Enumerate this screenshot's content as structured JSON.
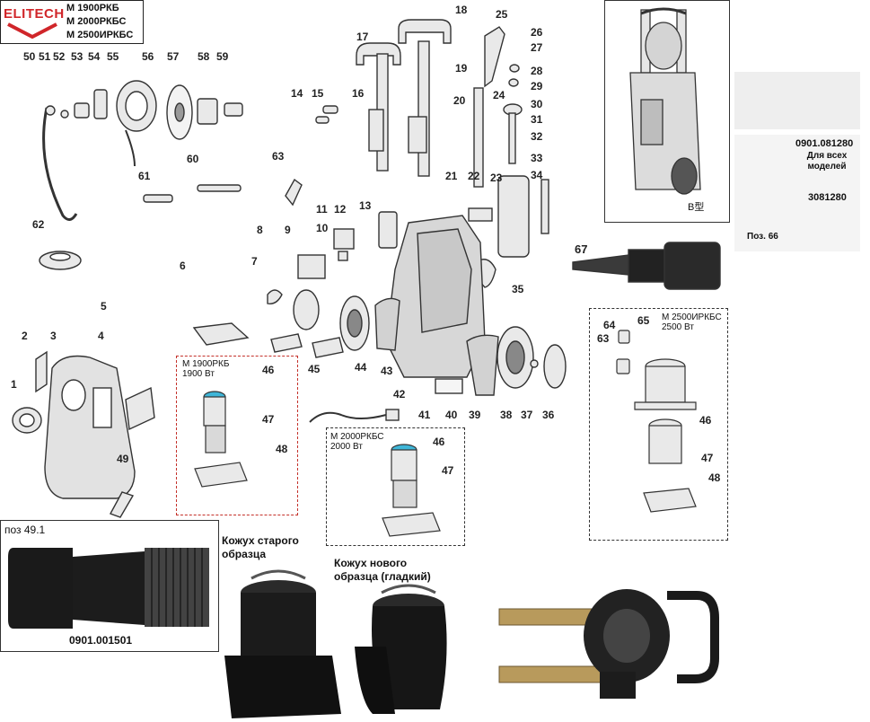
{
  "brand": {
    "logo_text": "ELITECH",
    "models": [
      "М 1900РКБ",
      "М 2000РКБС",
      "М 2500ИРКБС"
    ]
  },
  "variant_boxes": {
    "m1900": {
      "line1": "М 1900РКБ",
      "line2": "1900 Вт"
    },
    "m2000": {
      "line1": "М 2000РКБС",
      "line2": "2000 Вт"
    },
    "m2500": {
      "line1": "М 2500ИРКБС",
      "line2": "2500 Вт"
    }
  },
  "inset_b": {
    "label": "B型"
  },
  "hose_inset": {
    "code_1": "0901.081280",
    "note": "Для всех моделей",
    "code_2": "3081280",
    "pos_label": "Поз. 66"
  },
  "pos_49_1": {
    "title": "поз 49.1",
    "code": "0901.001501"
  },
  "housing_captions": {
    "old": [
      "Кожух старого",
      "образца"
    ],
    "new": [
      "Кожух нового",
      "образца (гладкий)"
    ]
  },
  "part_numbers": {
    "p1": "1",
    "p2": "2",
    "p3": "3",
    "p4": "4",
    "p5": "5",
    "p6": "6",
    "p7": "7",
    "p8": "8",
    "p9": "9",
    "p10": "10",
    "p11": "11",
    "p12": "12",
    "p13": "13",
    "p14": "14",
    "p15": "15",
    "p16": "16",
    "p17": "17",
    "p18": "18",
    "p19": "19",
    "p20": "20",
    "p21": "21",
    "p22": "22",
    "p23": "23",
    "p24": "24",
    "p25": "25",
    "p26": "26",
    "p27": "27",
    "p28": "28",
    "p29": "29",
    "p30": "30",
    "p31": "31",
    "p32": "32",
    "p33": "33",
    "p34": "34",
    "p35": "35",
    "p36": "36",
    "p37": "37",
    "p38": "38",
    "p39": "39",
    "p40": "40",
    "p41": "41",
    "p42": "42",
    "p43": "43",
    "p44": "44",
    "p45": "45",
    "p46": "46",
    "p47": "47",
    "p48": "48",
    "p49": "49",
    "p50": "50",
    "p51": "51",
    "p52": "52",
    "p53": "53",
    "p54": "54",
    "p55": "55",
    "p56": "56",
    "p57": "57",
    "p58": "58",
    "p59": "59",
    "p60": "60",
    "p61": "61",
    "p62": "62",
    "p63": "63",
    "p64": "64",
    "p65": "65",
    "p67": "67"
  },
  "colors": {
    "brand_red": "#d0262a",
    "variant_box_border": "#c4312a",
    "part_fill": "#e9e9e9",
    "part_stroke": "#333333",
    "accent_cyan": "#3fb6d8"
  }
}
